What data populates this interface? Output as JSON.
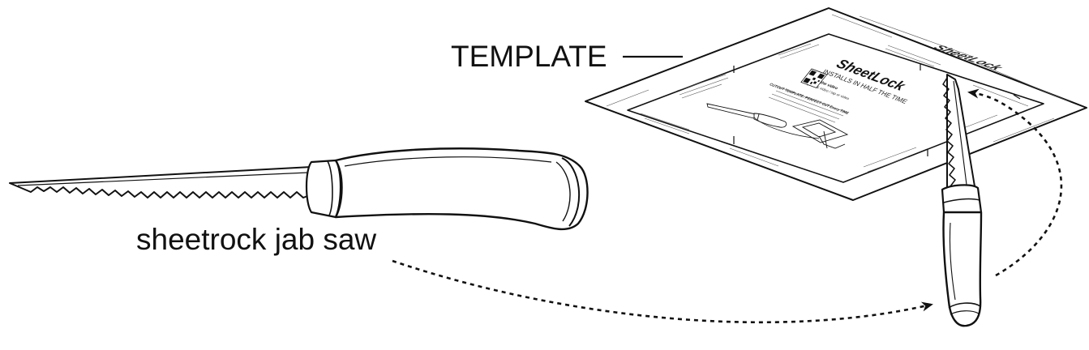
{
  "labels": {
    "template": "TEMPLATE",
    "saw": "sheetrock jab saw"
  },
  "template_sheet": {
    "brand": "SheetLock",
    "tagline": "INSTALLS IN HALF THE TIME",
    "watch_video": "Watch the video",
    "video_note": "Register & video / tap or video",
    "cutout_note": "CUTOUT TEMPLATE: PERFECT CUT Every TIME"
  },
  "colors": {
    "ink": "#111111",
    "paper": "#ffffff"
  }
}
